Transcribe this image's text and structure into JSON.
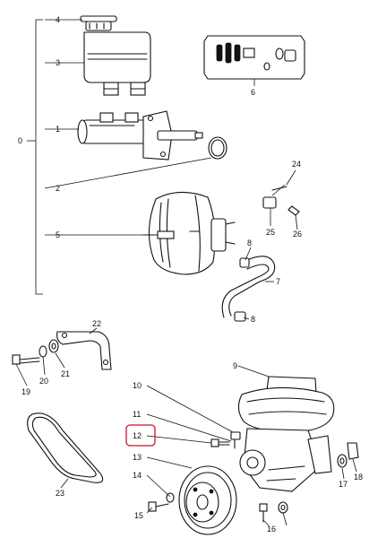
{
  "callouts": {
    "c0": "0",
    "c1": "1",
    "c2": "2",
    "c3": "3",
    "c4": "4",
    "c5": "5",
    "c6": "6",
    "c7": "7",
    "c8a": "8",
    "c8b": "8",
    "c9": "9",
    "c10": "10",
    "c11": "11",
    "c12": "12",
    "c13": "13",
    "c14": "14",
    "c15": "15",
    "c16": "16",
    "c17": "17",
    "c18": "18",
    "c19": "19",
    "c20": "20",
    "c21": "21",
    "c22": "22",
    "c23": "23",
    "c24": "24",
    "c25": "25",
    "c26": "26"
  },
  "highlight": {
    "color": "#c8102e",
    "label": "12"
  }
}
